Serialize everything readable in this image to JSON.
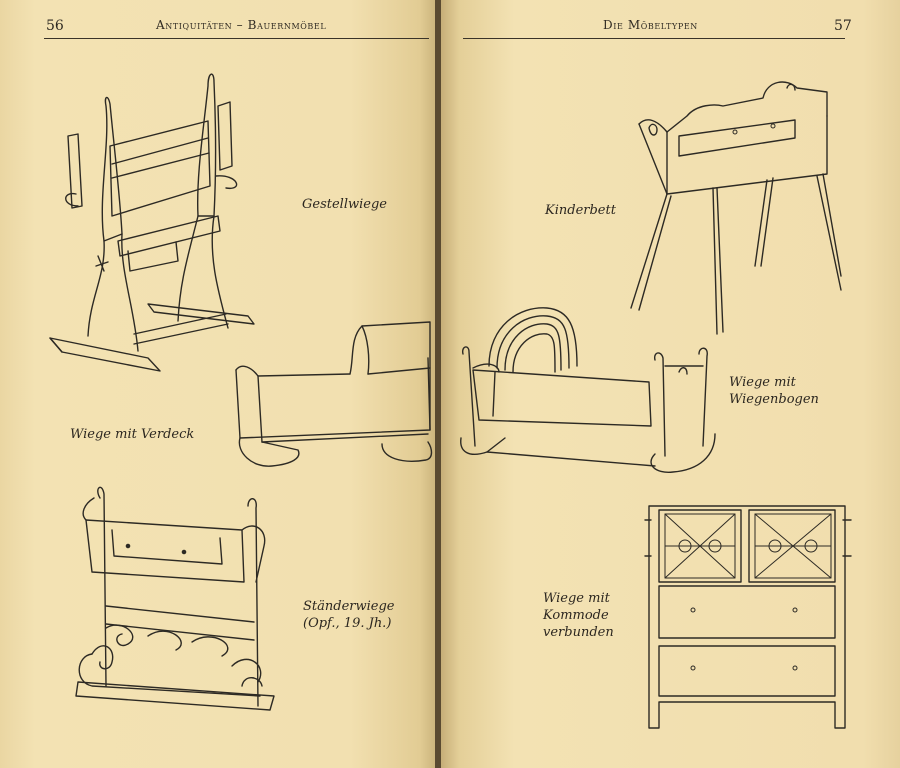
{
  "left_page": {
    "page_number": "56",
    "running_head": "Antiquitäten – Bauernmöbel",
    "captions": {
      "gestellwiege": "Gestellwiege",
      "wiege_mit_verdeck": "Wiege mit Verdeck",
      "staenderwiege_line1": "Ständerwiege",
      "staenderwiege_line2": "(Opf., 19. Jh.)"
    }
  },
  "right_page": {
    "page_number": "57",
    "running_head": "Die Möbeltypen",
    "captions": {
      "kinderbett": "Kinderbett",
      "wiegenbogen_line1": "Wiege mit",
      "wiegenbogen_line2": "Wiegenbogen",
      "kommode_line1": "Wiege mit",
      "kommode_line2": "Kommode",
      "kommode_line3": "verbunden"
    }
  },
  "illustrations": {
    "gestellwiege": "gestellwiege-illustration",
    "wiege_mit_verdeck": "hooded-cradle-illustration",
    "staenderwiege": "standing-cradle-illustration",
    "kinderbett": "children-bed-illustration",
    "wiege_mit_wiegenbogen": "arched-cradle-illustration",
    "wiege_mit_kommode": "cradle-chest-illustration"
  }
}
